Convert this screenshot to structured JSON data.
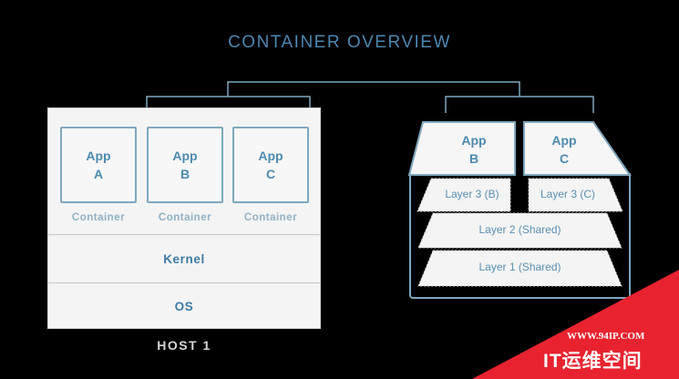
{
  "title": "CONTAINER OVERVIEW",
  "host1": {
    "apps": [
      {
        "line1": "App",
        "line2": "A",
        "label": "Container"
      },
      {
        "line1": "App",
        "line2": "B",
        "label": "Container"
      },
      {
        "line1": "App",
        "line2": "C",
        "label": "Container"
      }
    ],
    "kernel": "Kernel",
    "os": "OS",
    "label": "HOST 1"
  },
  "right": {
    "apps": [
      {
        "line1": "App",
        "line2": "B"
      },
      {
        "line1": "App",
        "line2": "C"
      }
    ],
    "layer3b": "Layer 3 (B)",
    "layer3c": "Layer 3 (C)",
    "layer2": "Layer 2 (Shared)",
    "layer1": "Layer 1 (Shared)"
  },
  "watermark": {
    "url": "WWW.94IP.COM",
    "text": "IT运维空间"
  },
  "colors": {
    "accent": "#4d8ab0",
    "border": "#7fa7bd",
    "watermark_red": "#e8232f"
  }
}
